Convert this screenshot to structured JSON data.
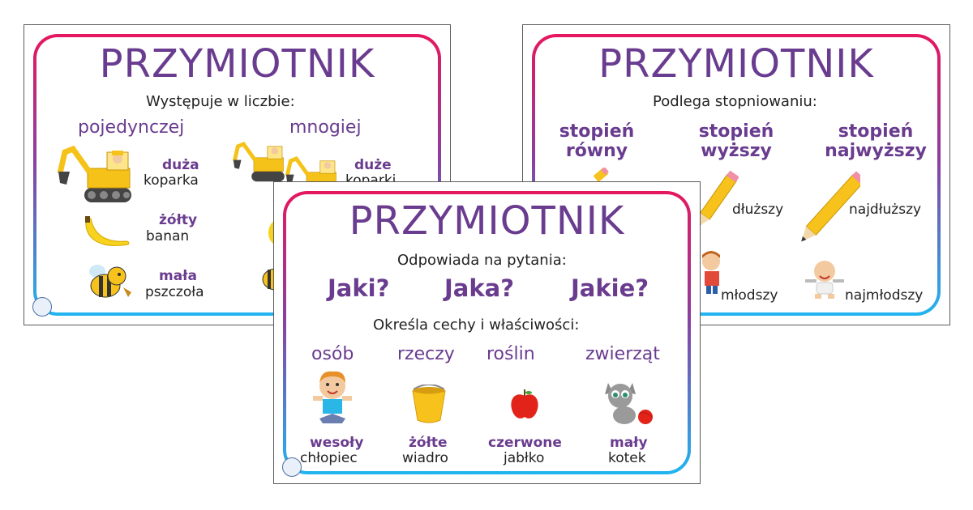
{
  "left": {
    "title": "PRZYMIOTNIK",
    "intro": "Występuje w liczbie:",
    "col_singular": "pojedynczej",
    "col_plural": "mnogiej",
    "rows": [
      {
        "adj": "duża",
        "noun": "koparka",
        "plural_adj": "duże",
        "plural_noun": "koparki"
      },
      {
        "adj": "żółty",
        "noun": "banan"
      },
      {
        "adj": "mała",
        "noun": "pszczoła"
      }
    ]
  },
  "right": {
    "title": "PRZYMIOTNIK",
    "intro": "Podlega stopniowaniu:",
    "degrees": [
      {
        "line1": "stopień",
        "line2": "równy"
      },
      {
        "line1": "stopień",
        "line2": "wyższy"
      },
      {
        "line1": "stopień",
        "line2": "najwyższy"
      }
    ],
    "pencil_words": [
      "dłuższy",
      "najdłuższy"
    ],
    "child_words": [
      "młodszy",
      "najmłodszy"
    ]
  },
  "front": {
    "title": "PRZYMIOTNIK",
    "intro": "Odpowiada na pytania:",
    "questions": [
      "Jaki?",
      "Jaka?",
      "Jakie?"
    ],
    "intro2": "Określa cechy i właściwości:",
    "categories": [
      "osób",
      "rzeczy",
      "roślin",
      "zwierząt"
    ],
    "examples": [
      {
        "adj": "wesoły",
        "noun": "chłopiec"
      },
      {
        "adj": "żółte",
        "noun": "wiadro"
      },
      {
        "adj": "czerwone",
        "noun": "jabłko"
      },
      {
        "adj": "mały",
        "noun": "kotek"
      }
    ]
  },
  "colors": {
    "purple": "#6a3c8f",
    "border_top": "#e6175f",
    "border_bottom": "#20b5f0"
  },
  "icons": [
    "excavator-icon",
    "banana-icon",
    "bee-icon",
    "pencil-icon",
    "boy-icon",
    "baby-icon",
    "bucket-icon",
    "apple-icon",
    "kitten-icon"
  ]
}
